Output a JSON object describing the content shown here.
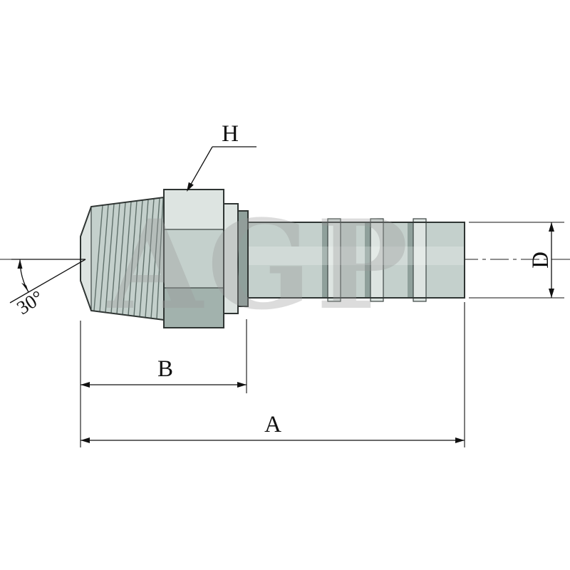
{
  "drawing": {
    "labels": {
      "hex_width": "H",
      "chamfer_angle": "30°",
      "length_b": "B",
      "overall_length_a": "A",
      "hose_diameter_d": "D"
    },
    "watermark": "AGP",
    "colors": {
      "background": "#ffffff",
      "body": "#c4d0cc",
      "body_light": "#dde4e1",
      "body_dark": "#a2b2ad",
      "groove": "#8fa09b",
      "outline": "#2f3533",
      "dimension": "#111111",
      "watermark": "#9a9a9a"
    }
  }
}
